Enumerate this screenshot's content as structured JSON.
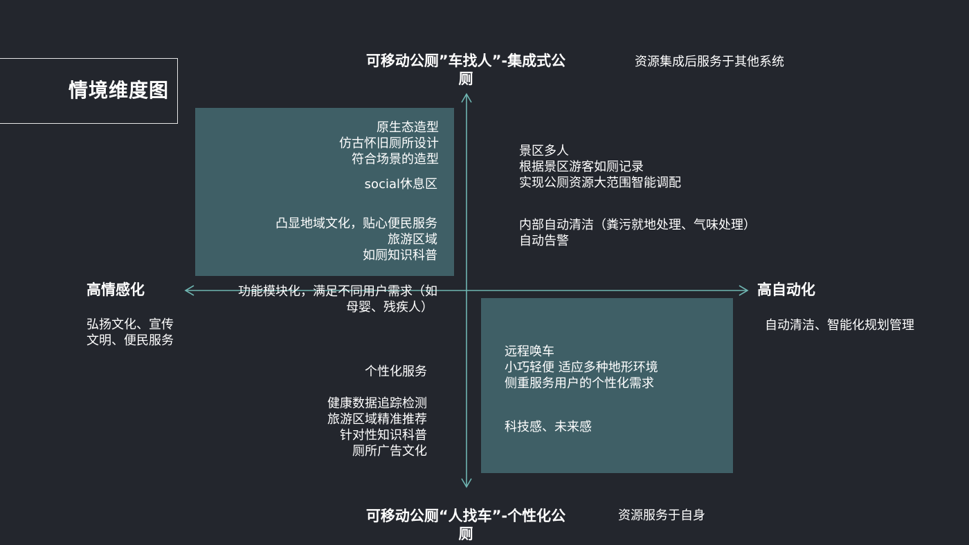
{
  "title": "情境维度图",
  "axes": {
    "top_label_line1": "可移动公厕”车找人”-集成式公",
    "top_label_line2": "厕",
    "top_note": "资源集成后服务于其他系统",
    "bottom_label_line1": "可移动公厕“人找车”-个性化公",
    "bottom_label_line2": "厕",
    "bottom_note": "资源服务于自身",
    "left_label": "高情感化",
    "left_note": [
      "弘扬文化、宣传",
      "文明、便民服务"
    ],
    "right_label": "高自动化",
    "right_note": "自动清洁、智能化规划管理"
  },
  "quadrants": {
    "top_left": {
      "group1": [
        "原生态造型",
        "仿古怀旧厕所设计",
        "符合场景的造型"
      ],
      "group2": "social休息区",
      "group3": [
        "凸显地域文化，贴心便民服务",
        "旅游区域",
        "如厕知识科普"
      ]
    },
    "top_right": {
      "group1": [
        "景区多人",
        "根据景区游客如厕记录",
        "实现公厕资源大范围智能调配"
      ],
      "group2": [
        "内部自动清洁（粪污就地处理、气味处理）",
        "自动告警"
      ]
    },
    "bottom_left": {
      "axis_text": [
        "功能模块化，满足不同用户需求（如",
        "母婴、残疾人）"
      ],
      "group1": "个性化服务",
      "group2": [
        "健康数据追踪检测",
        "旅游区域精准推荐",
        "针对性知识科普",
        "厕所广告文化"
      ]
    },
    "bottom_right": {
      "group1": [
        "远程唤车",
        "小巧轻便 适应多种地形环境",
        "侧重服务用户的个性化需求"
      ],
      "group2": "科技感、未来感"
    }
  },
  "colors": {
    "background": "#23262d",
    "panel": "#3f5f66",
    "axis": "#6fb6b2",
    "text": "#ffffff"
  }
}
